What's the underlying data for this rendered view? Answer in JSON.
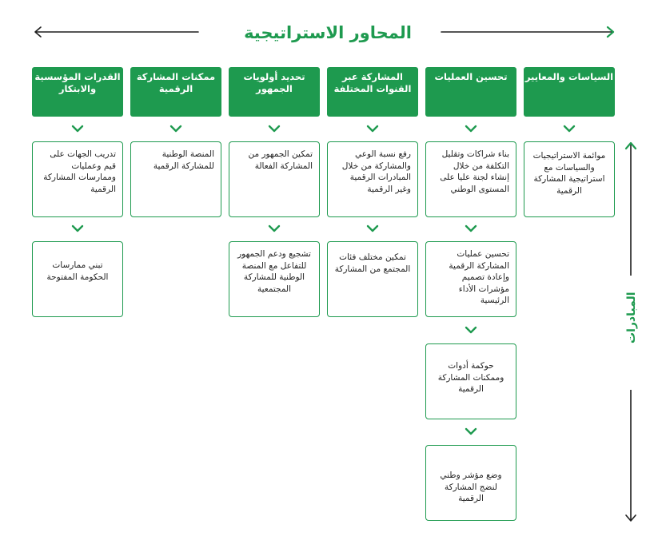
{
  "title": "المحاور الاستراتيجية",
  "side_label": "المبادرات",
  "colors": {
    "accent": "#1e9a4f",
    "text": "#222222"
  },
  "pillars": [
    {
      "header": "السياسات والمعايير",
      "initiatives": [
        "موائمة الاستراتيجيات والسياسات مع استراتيجية المشاركة الرقمية"
      ]
    },
    {
      "header": "تحسين العمليات",
      "initiatives": [
        "بناء شراكات وتقليل التكلفة من خلال إنشاء لجنة عليا على المستوى الوطني",
        "تحسين عمليات المشاركة الرقمية وإعادة تصميم مؤشرات الأداء الرئيسية",
        "حوكمة أدوات وممكنات المشاركة الرقمية",
        "وضع مؤشر وطني لنضج المشاركة الرقمية"
      ]
    },
    {
      "header": "المشاركة عبر القنوات المختلفة",
      "initiatives": [
        "رفع نسبة الوعي والمشاركة من خلال المبادرات الرقمية وغير الرقمية",
        "تمكين مختلف فئات المجتمع من المشاركة"
      ]
    },
    {
      "header": "تحديد أولويات الجمهور",
      "initiatives": [
        "تمكين الجمهور من المشاركة الفعالة",
        "تشجيع ودعم الجمهور للتفاعل مع المنصة الوطنية للمشاركة المجتمعية"
      ]
    },
    {
      "header": "ممكنات المشاركة الرقمية",
      "initiatives": [
        "المنصة الوطنية للمشاركة الرقمية"
      ]
    },
    {
      "header": "القدرات المؤسسية والابتكار",
      "initiatives": [
        "تدريب الجهات على قيم وعمليات وممارسات المشاركة الرقمية",
        "تبني ممارسات الحكومة المفتوحة"
      ]
    }
  ]
}
